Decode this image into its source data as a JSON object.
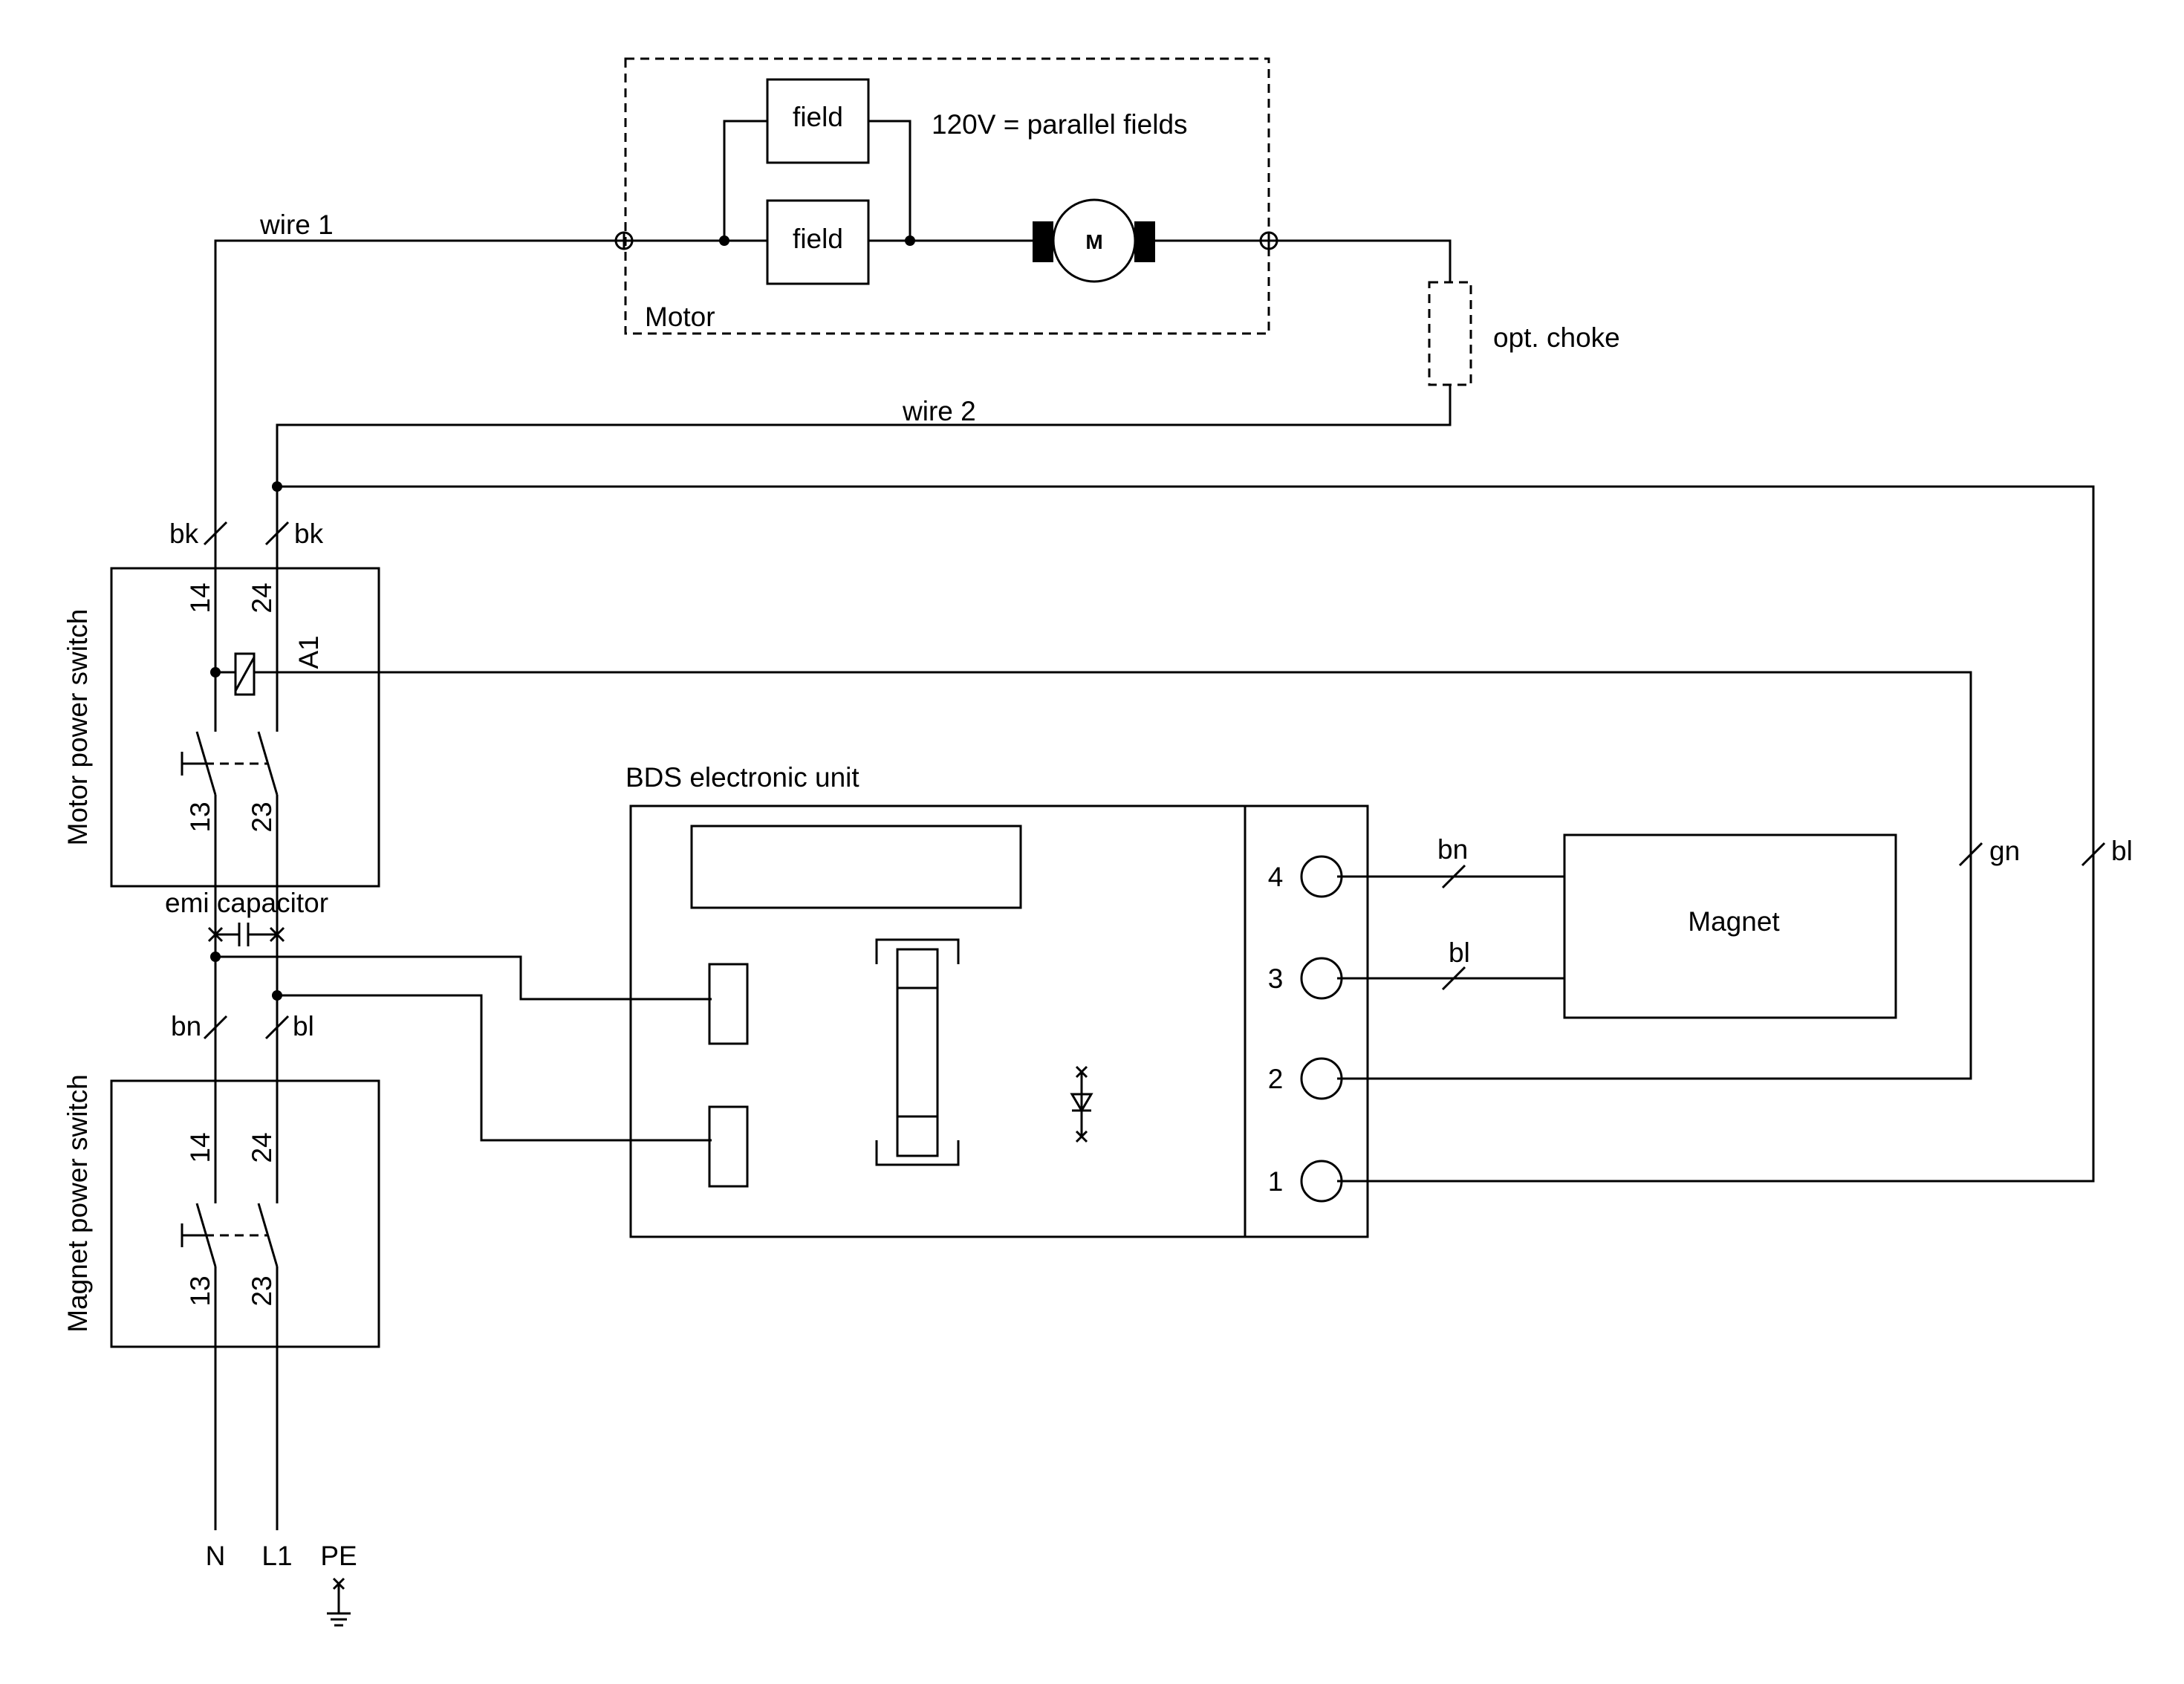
{
  "motor": {
    "box_label": "Motor",
    "field_top_label": "field",
    "field_bottom_label": "field",
    "parallel_note": "120V = parallel fields",
    "armature_label": "M"
  },
  "wires": {
    "wire1_label": "wire 1",
    "wire2_label": "wire 2",
    "choke_label": "opt. choke"
  },
  "wire_colors": {
    "motor_switch_left": "bk",
    "motor_switch_right": "bk",
    "magnet_switch_left": "bn",
    "magnet_switch_right": "bl",
    "magnet_terminal4": "bn",
    "magnet_terminal3": "bl",
    "terminal2": "gn",
    "terminal1": "bl"
  },
  "motor_switch": {
    "title": "Motor power switch",
    "terminal_14": "14",
    "terminal_24": "24",
    "terminal_13": "13",
    "terminal_23": "23",
    "coil_label": "A1"
  },
  "magnet_switch": {
    "title": "Magnet power switch",
    "terminal_14": "14",
    "terminal_24": "24",
    "terminal_13": "13",
    "terminal_23": "23"
  },
  "emi": {
    "label": "emi capacitor"
  },
  "bds": {
    "title": "BDS electronic unit",
    "terminals": [
      "4",
      "3",
      "2",
      "1"
    ]
  },
  "magnet": {
    "label": "Magnet"
  },
  "supply": {
    "neutral": "N",
    "line": "L1",
    "earth": "PE"
  }
}
